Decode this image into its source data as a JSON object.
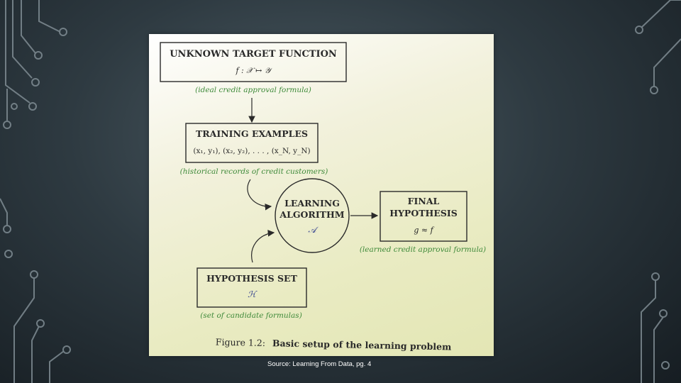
{
  "slide": {
    "caption": "Source: Learning From Data, pg. 4"
  },
  "diagram": {
    "target": {
      "title": "UNKNOWN TARGET FUNCTION",
      "formula": "f : 𝒳 ↦ 𝒴",
      "note": "(ideal credit approval formula)"
    },
    "training": {
      "title": "TRAINING EXAMPLES",
      "formula": "(x₁, y₁), (x₂, y₂), . . . , (x_N, y_N)",
      "note": "(historical records of credit customers)"
    },
    "algorithm": {
      "line1": "LEARNING",
      "line2": "ALGORITHM",
      "symbol": "𝒜"
    },
    "final": {
      "line1": "FINAL",
      "line2": "HYPOTHESIS",
      "formula": "g ≈ f",
      "note": "(learned credit approval formula)"
    },
    "hypothesis_set": {
      "title": "HYPOTHESIS SET",
      "symbol": "ℋ",
      "note": "(set of candidate formulas)"
    },
    "figure_caption_label": "Figure 1.2:",
    "figure_caption_text": "Basic setup of the learning problem"
  },
  "colors": {
    "ink": "#2a2a2a",
    "note_green": "#3f8a3a",
    "symbol_blue": "#2b3a8c"
  }
}
